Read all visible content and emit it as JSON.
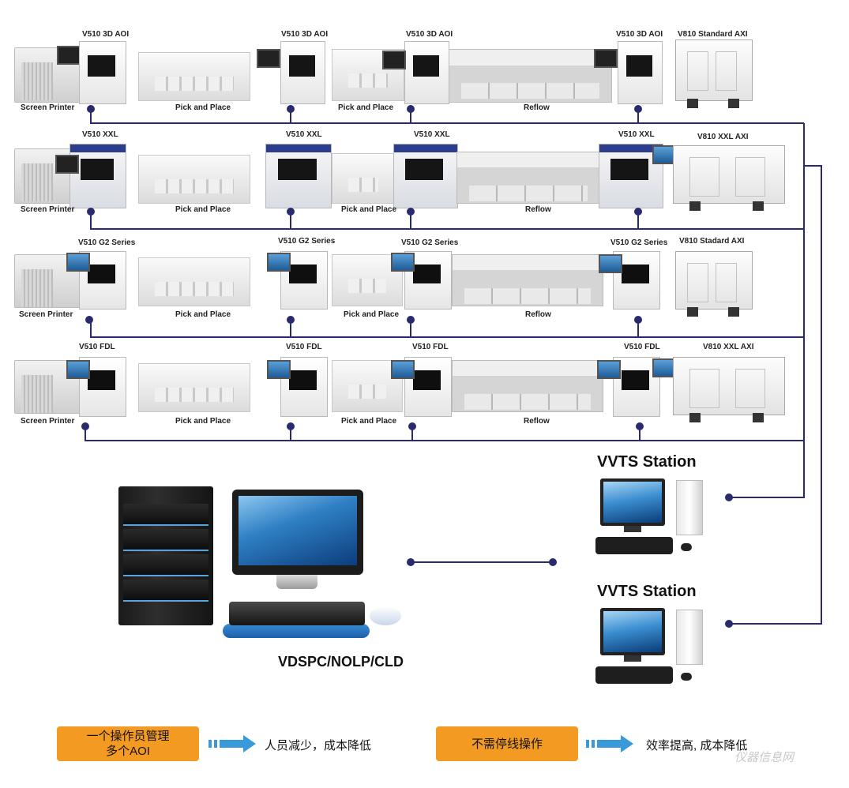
{
  "rows": [
    {
      "machines": {
        "printer": "Screen Printer",
        "pp1": "Pick and Place",
        "pp2": "Pick and Place",
        "reflow": "Reflow"
      },
      "inspection": [
        "V510 3D AOI",
        "V510 3D AOI",
        "V510 3D AOI",
        "V510 3D AOI"
      ],
      "axi": "V810 Standard AXI"
    },
    {
      "machines": {
        "printer": "Screen Printer",
        "pp1": "Pick and Place",
        "pp2": "Pick and Place",
        "reflow": "Reflow"
      },
      "inspection": [
        "V510 XXL",
        "V510 XXL",
        "V510 XXL",
        "V510 XXL"
      ],
      "axi": "V810 XXL AXI"
    },
    {
      "machines": {
        "printer": "Screen Printer",
        "pp1": "Pick and Place",
        "pp2": "Pick and Place",
        "reflow": "Reflow"
      },
      "inspection": [
        "V510 G2 Series",
        "V510 G2 Series",
        "V510 G2 Series",
        "V510 G2 Series"
      ],
      "axi": "V810 Stadard AXI"
    },
    {
      "machines": {
        "printer": "Screen Printer",
        "pp1": "Pick and Place",
        "pp2": "Pick and Place",
        "reflow": "Reflow"
      },
      "inspection": [
        "V510 FDL",
        "V510 FDL",
        "V510 FDL",
        "V510 FDL"
      ],
      "axi": "V810 XXL AXI"
    }
  ],
  "stations": [
    "VVTS Station",
    "VVTS Station"
  ],
  "server_label": "VDSPC/NOLP/CLD",
  "benefits": [
    {
      "box": "一个操作员管理\n多个AOI",
      "box_line1": "一个操作员管理",
      "box_line2": "多个AOI",
      "text": "人员减少，成本降低"
    },
    {
      "box": "不需停线操作",
      "text": "效率提高, 成本降低"
    }
  ],
  "watermark": "仪器信息网",
  "colors": {
    "line": "#2a2a6e",
    "orange": "#f39a22",
    "arrow": "#3a9ad9"
  }
}
